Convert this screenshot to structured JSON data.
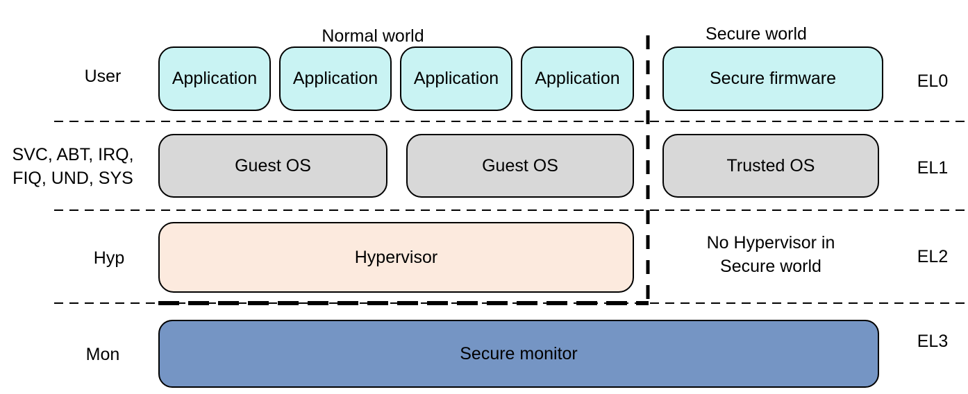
{
  "header": {
    "normal_world_label": "Normal world",
    "secure_world_label": "Secure world"
  },
  "privilege_labels": {
    "el0": "User",
    "el1": [
      "SVC, ABT, IRQ,",
      "FIQ, UND, SYS"
    ],
    "el2": "Hyp",
    "el3": "Mon"
  },
  "exception_levels": {
    "el0": "EL0",
    "el1": "EL1",
    "el2": "EL2",
    "el3": "EL3"
  },
  "normal_world": {
    "applications": [
      "Application",
      "Application",
      "Application",
      "Application"
    ],
    "guest_os": [
      "Guest OS",
      "Guest OS"
    ],
    "hypervisor": "Hypervisor"
  },
  "secure_world": {
    "secure_firmware": "Secure firmware",
    "trusted_os": "Trusted OS",
    "el2_note": [
      "No Hypervisor in",
      "Secure world"
    ]
  },
  "monitor_row": {
    "secure_monitor": "Secure monitor"
  },
  "colors": {
    "application_fill": "#c9f3f3",
    "os_fill": "#d8d8d8",
    "hypervisor_fill": "#fceade",
    "monitor_fill": "#7595c4",
    "line_color": "#000000",
    "background": "#ffffff"
  }
}
